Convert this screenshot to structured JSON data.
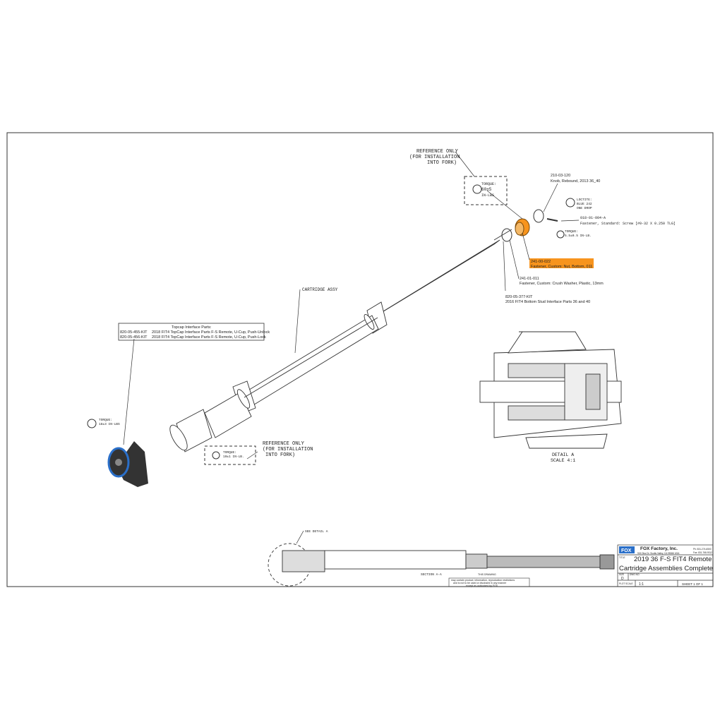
{
  "ref_top": {
    "line1": "REFERENCE ONLY",
    "line2": "(FOR INSTALLATION",
    "line3": "INTO FORK)"
  },
  "ref_bottom": {
    "line1": "REFERENCE ONLY",
    "line2": "(FOR INSTALLATION",
    "line3": "INTO FORK)"
  },
  "torque_top": {
    "label": "TORQUE:",
    "value": "60±5",
    "unit": "IN-LBS"
  },
  "torque_bottom": {
    "label": "TORQUE:",
    "value": "10±1 IN-LB."
  },
  "torque_topcap": {
    "label": "TORQUE:",
    "value": "18±3 IN-LBS"
  },
  "torque_screw": {
    "label": "TORQUE:",
    "value": "5.5±0.5 IN-LB."
  },
  "loctite": {
    "line1": "LOCTITE:",
    "line2": "BLUE 242",
    "line3": "ONE DROP"
  },
  "knob": {
    "pn": "210-03-120",
    "desc": "Knob, Rebound, 2013 36_40"
  },
  "screw": {
    "pn": "018-01-004-A",
    "desc": "Fastener, Standard: Screw [#0-32 X 0.250 TLG]"
  },
  "nut": {
    "pn": "241-00-022",
    "desc": "Fastener, Custom: Nut, Bottom, 011"
  },
  "washer": {
    "pn": "241-01-011",
    "desc": "Fastener, Custom: Crush Washer, Plastic, 13mm"
  },
  "stud_kit": {
    "pn": "820-05-377-KIT",
    "desc": "2016 FIT4 Bottom Stud Interface Parts 36 and 40"
  },
  "cartridge_label": "CARTRIDGE ASSY",
  "topcap": {
    "title": "Topcap Interface Parts:",
    "rows": [
      {
        "pn": "820-05-455-KIT",
        "desc": "2018 FIT4 TopCap Interface Parts F-S Remote, U-Cup, Push-Unlock"
      },
      {
        "pn": "820-05-456-KIT",
        "desc": "2018 FIT4 TopCap Interface Parts F-S Remote, U-Cup, Push-Lock"
      }
    ]
  },
  "detail": {
    "line1": "DETAIL A",
    "line2": "SCALE 4:1"
  },
  "see_detail": "SEE DETAIL A",
  "section": "SECTION A-A",
  "notice": {
    "line1": "THIS DRAWING",
    "line2": "may contain product, information, reproduction restrictions",
    "line3": "and is not to be used or disclosed in any manner",
    "line4": "except as authorized by FOX"
  },
  "title_block": {
    "logo": "FOX",
    "company": "FOX Factory, Inc.",
    "address": "915 Disc Dr. Scotts Valley, CA 95066 USA",
    "phone": "Ph: 831-274-6500",
    "fax": "Fax: 831-768-9312",
    "title_label": "TITLE",
    "title_line1": "2019 36 F-S FIT4 Remote",
    "title_line2": "Cartridge Assemblies Complete",
    "size_label": "SIZE",
    "dwg_label": "DWG NO.",
    "size_value": "D",
    "plot_label": "PLOT SCALE",
    "plot_value": "1:1",
    "sheet": "SHEET 1 OF 1"
  },
  "colors": {
    "highlight": "#f7941d",
    "ring_blue": "#2a6fc9",
    "line": "#222222"
  }
}
